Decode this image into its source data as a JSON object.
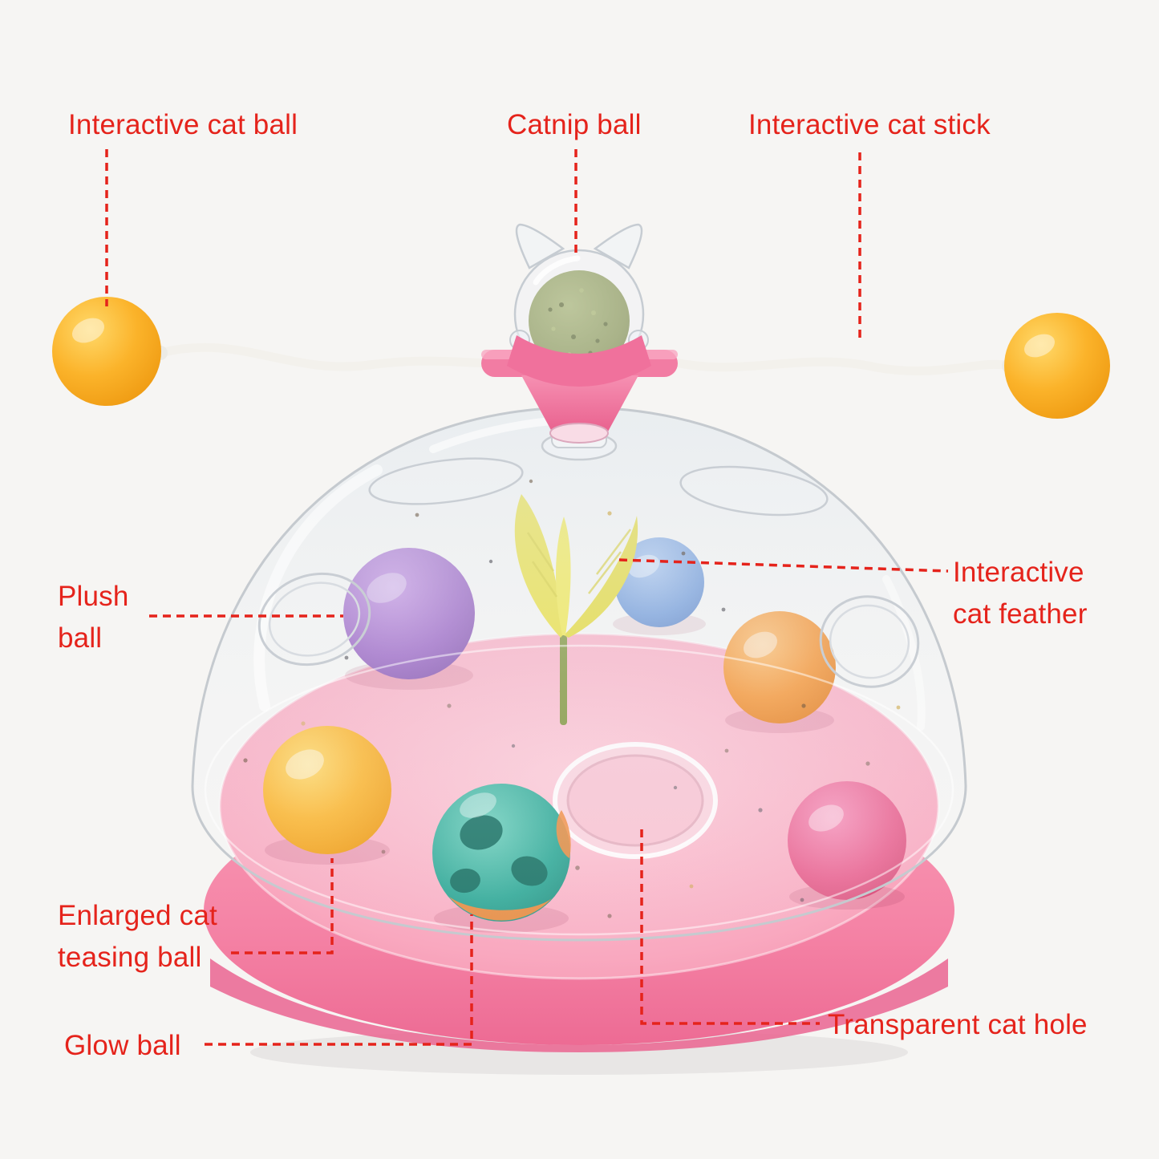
{
  "colors": {
    "background": "#f6f5f3",
    "label_red": "#e5231b",
    "base_pink": "#f584a6",
    "platter_pink": "#f9a8bf",
    "stick_ball_orange": "#fbb32a",
    "plush_ball_purple": "#9a63c4",
    "teasing_ball_orange": "#f5922f",
    "glow_ball_teal": "#2ca795",
    "plush_ball_magenta": "#e9618f",
    "catnip_green": "#85924f",
    "feather_yellow": "#eadf3d"
  },
  "annotations": {
    "interactive_cat_ball": {
      "label": "Interactive cat ball"
    },
    "catnip_ball": {
      "label": "Catnip ball"
    },
    "interactive_cat_stick": {
      "label": "Interactive cat stick"
    },
    "plush_ball": {
      "line1": "Plush",
      "line2": "ball"
    },
    "interactive_cat_feather": {
      "line1": "Interactive",
      "line2": "cat feather"
    },
    "enlarged_cat_teasing_ball": {
      "line1": "Enlarged cat",
      "line2": "teasing ball"
    },
    "glow_ball": {
      "label": "Glow ball"
    },
    "transparent_cat_hole": {
      "label": "Transparent cat hole"
    }
  }
}
